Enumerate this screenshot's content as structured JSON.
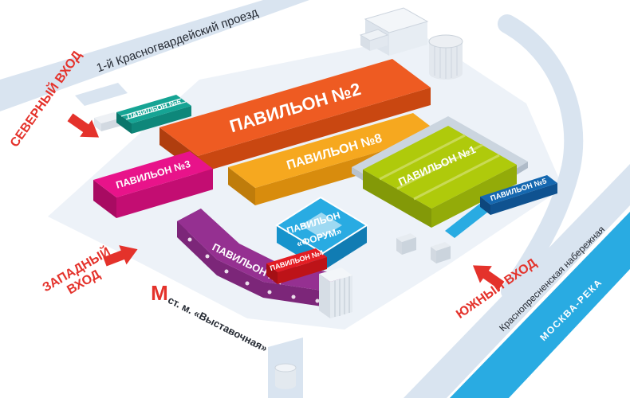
{
  "map": {
    "streets": {
      "krasnogvardeysky": "1-й Красногвардейский проезд",
      "embankment": "Краснопресненская набережная",
      "river": "МОСКВА-РЕКА"
    },
    "entrances": {
      "north": "СЕВЕРНЫЙ ВХОД",
      "west_line1": "ЗАПАДНЫЙ",
      "west_line2": "ВХОД",
      "south": "ЮЖНЫЙ ВХОД"
    },
    "metro": {
      "logo": "М",
      "station": "ст. м. «Выставочная»"
    },
    "pavilions": {
      "p1": {
        "label": "ПАВИЛЬОН №1",
        "color": "#AFCA0B"
      },
      "p2": {
        "label": "ПАВИЛЬОН №2",
        "color": "#EE5B22"
      },
      "p3": {
        "label": "ПАВИЛЬОН №3",
        "color": "#E8138A"
      },
      "p4": {
        "label": "ПАВИЛЬОН №4",
        "color": "#E31E24"
      },
      "p5": {
        "label": "ПАВИЛЬОН №5",
        "color": "#1568B0"
      },
      "p6": {
        "label": "ПАВИЛЬОН №6",
        "color": "#16A494"
      },
      "p7": {
        "label": "ПАВИЛЬОН №7",
        "color": "#953091"
      },
      "p8": {
        "label": "ПАВИЛЬОН №8",
        "color": "#F6A81F"
      },
      "forum": {
        "line1": "ПАВИЛЬОН",
        "line2": "«ФОРУМ»",
        "color": "#29ABE2"
      }
    },
    "colors": {
      "accent_red": "#E4322B",
      "river_blue": "#29ABE2",
      "road": "#D9E4F0"
    }
  }
}
